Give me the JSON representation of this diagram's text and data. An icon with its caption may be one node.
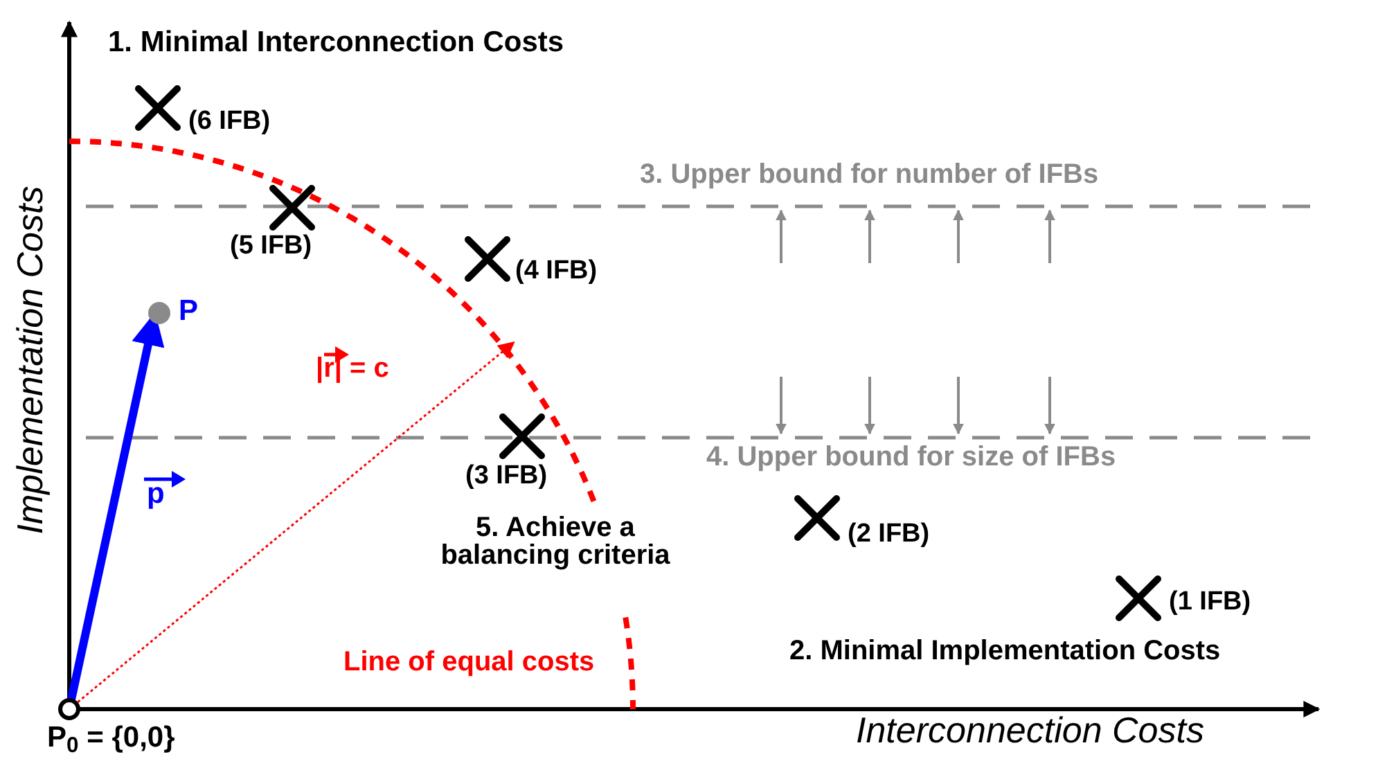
{
  "diagram": {
    "nodes": [
      {
        "text": [
          "P$_{0}$ = {0,0}"
        ]
      },
      {
        "text": [
          "P"
        ]
      }
    ],
    "edges": [
      {
        "from": 0,
        "to": 1,
        "arrow": "to",
        "style": "thick",
        "color": "#0000ff",
        "label": "p"
      },
      {
        "from": 0,
        "to": null,
        "arrow": "to",
        "style": "dashed",
        "color": "#ff0000",
        "label": "|r| = c"
      }
    ],
    "labels": [
      "1. Minimal Interconnection Costs",
      "(6 IFB)",
      "3. Upper bound for number of IFBs",
      "(5 IFB)",
      "(4 IFB)",
      "4. Upper bound for size of IFBs",
      "(3 IFB)",
      "(2 IFB)",
      "5. Achieve a balancing criteria",
      "(1 IFB)",
      "Line of equal costs",
      "2. Minimal Implementation Costs",
      "Implementation Costs",
      "Interconnection Costs"
    ]
  }
}
